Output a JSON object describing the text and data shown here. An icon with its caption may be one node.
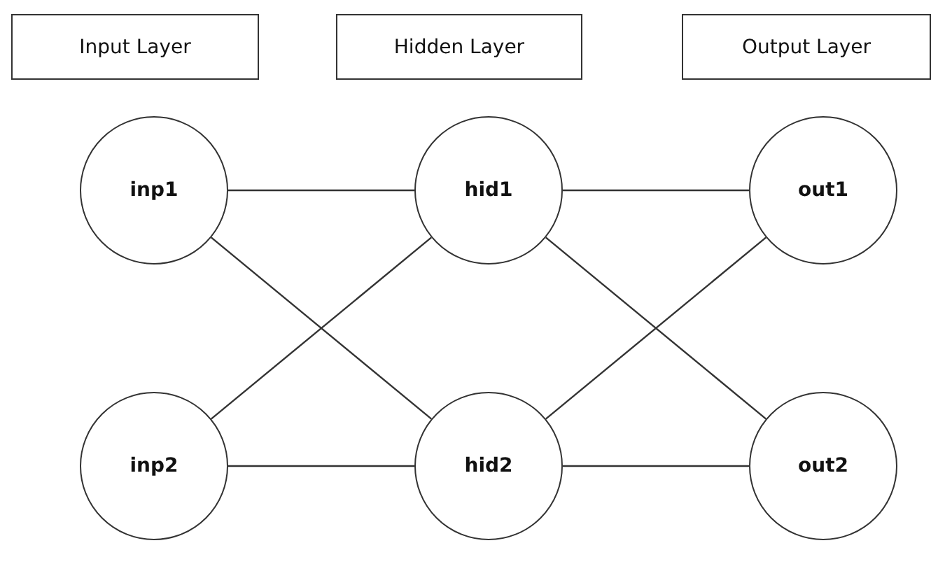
{
  "diagram": {
    "nodes": [
      {
        "text": [
          "Input Layer"
        ]
      },
      {
        "text": [
          "Hidden Layer"
        ]
      },
      {
        "text": [
          "Output Layer"
        ]
      },
      {
        "text": [
          "inp1"
        ]
      },
      {
        "text": [
          "hid1"
        ]
      },
      {
        "text": [
          "out1"
        ]
      },
      {
        "text": [
          "inp2"
        ]
      },
      {
        "text": [
          "hid2"
        ]
      },
      {
        "text": [
          "out2"
        ]
      }
    ],
    "edges": [
      {
        "from": 3,
        "to": 4,
        "arrow": "none"
      },
      {
        "from": 3,
        "to": 7,
        "arrow": "none"
      },
      {
        "from": 6,
        "to": 4,
        "arrow": "none"
      },
      {
        "from": 6,
        "to": 7,
        "arrow": "none"
      },
      {
        "from": 4,
        "to": 5,
        "arrow": "none"
      },
      {
        "from": 4,
        "to": 8,
        "arrow": "none"
      },
      {
        "from": 7,
        "to": 5,
        "arrow": "none"
      },
      {
        "from": 7,
        "to": 8,
        "arrow": "none"
      }
    ]
  }
}
